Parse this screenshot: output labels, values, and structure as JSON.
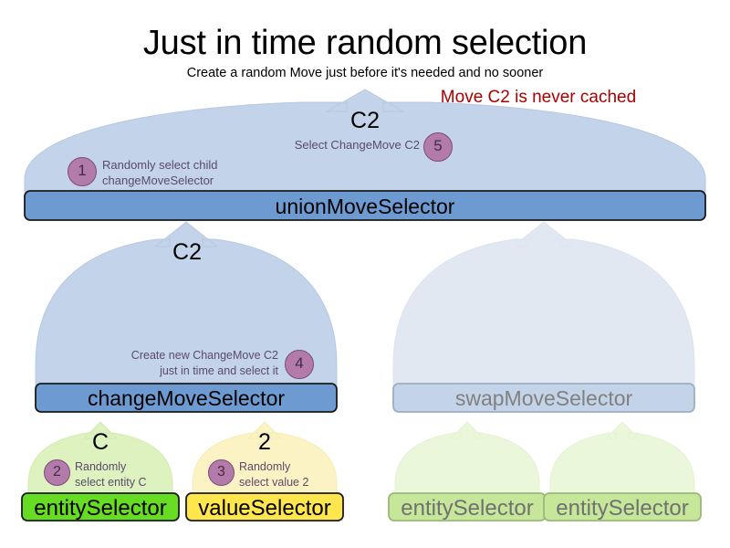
{
  "header": {
    "title": "Just in time random selection",
    "subtitle": "Create a random Move just before it's needed and no sooner",
    "warning": "Move C2 is never cached",
    "warning_color": "#aa0000"
  },
  "palette": {
    "funnel_blue": "#c3d3ea",
    "funnel_blue_faded": "#e2e8f2",
    "bar_blue": "#6d9bd1",
    "bar_blue_border": "#1a1a1a",
    "bar_blue_faded": "#c4d4e8",
    "bar_blue_faded_border": "#9badc4",
    "funnel_green": "#ddf2bf",
    "funnel_green_faded": "#eaf7da",
    "leaf_green": "#66dd22",
    "leaf_green_border": "#1a1a1a",
    "leaf_green_faded": "#c6e79a",
    "leaf_green_faded_border": "#9ab878",
    "funnel_yellow": "#fbf3c3",
    "leaf_yellow": "#ffe64c",
    "badge_fill": "#b27ba9",
    "badge_border": "#7d4d78",
    "step_text": "#5b4a6b"
  },
  "nodes": {
    "union": {
      "label": "unionMoveSelector",
      "faded": false
    },
    "change": {
      "label": "changeMoveSelector",
      "faded": false
    },
    "swap": {
      "label": "swapMoveSelector",
      "faded": true
    },
    "entity_left": {
      "label": "entitySelector",
      "faded": false
    },
    "value_left": {
      "label": "valueSelector",
      "faded": false
    },
    "entity_right_1": {
      "label": "entitySelector",
      "faded": true
    },
    "entity_right_2": {
      "label": "entitySelector",
      "faded": true
    }
  },
  "payloads": {
    "top": "C2",
    "change_funnel": "C2",
    "entity_funnel": "C",
    "value_funnel": "2"
  },
  "steps": [
    {
      "number": "1",
      "line1": "Randomly select child",
      "line2": "changeMoveSelector"
    },
    {
      "number": "2",
      "line1": "Randomly",
      "line2": "select entity C"
    },
    {
      "number": "3",
      "line1": "Randomly",
      "line2": "select value 2"
    },
    {
      "number": "4",
      "line1": "Create new ChangeMove C2",
      "line2": "just in time and select it"
    },
    {
      "number": "5",
      "line1": "Select ChangeMove C2",
      "line2": ""
    }
  ]
}
